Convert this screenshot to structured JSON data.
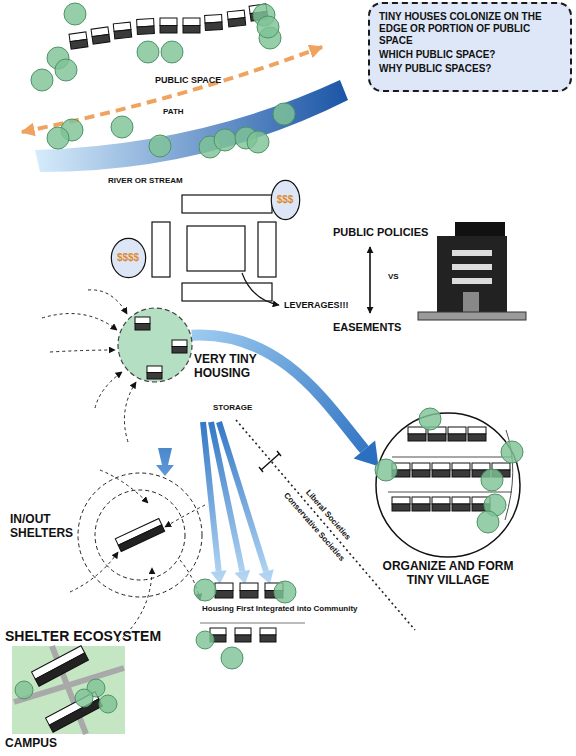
{
  "diagram": {
    "nodes": [
      {
        "text": [
          "TINY HOUSES COLONIZE ON THE EDGE OR PORTION OF PUBLIC SPACE",
          "WHICH PUBLIC SPACE?",
          "WHY PUBLIC SPACES?"
        ]
      },
      {
        "text": [
          "$$$$"
        ]
      },
      {
        "text": [
          "$$$"
        ]
      },
      {
        "text": [
          "VERY TINY HOUSING"
        ]
      },
      {
        "text": [
          "ORGANIZE AND FORM TINY VILLAGE"
        ]
      },
      {
        "text": [
          "SHELTER ECOSYSTEM",
          "CAMPUS"
        ]
      }
    ],
    "edges": [
      {
        "from": 3,
        "to": 4,
        "arrow": "to"
      }
    ],
    "labels": [
      "PUBLIC SPACE",
      "PATH",
      "RIVER OR STREAM",
      "LEVERAGES!!!",
      "PUBLIC POLICIES",
      "VS",
      "EASEMENTS",
      "STORAGE",
      "IN/OUT SHELTERS",
      "Liberal Societies",
      "Conservative Societies",
      "Housing First Integrated into Community"
    ]
  }
}
